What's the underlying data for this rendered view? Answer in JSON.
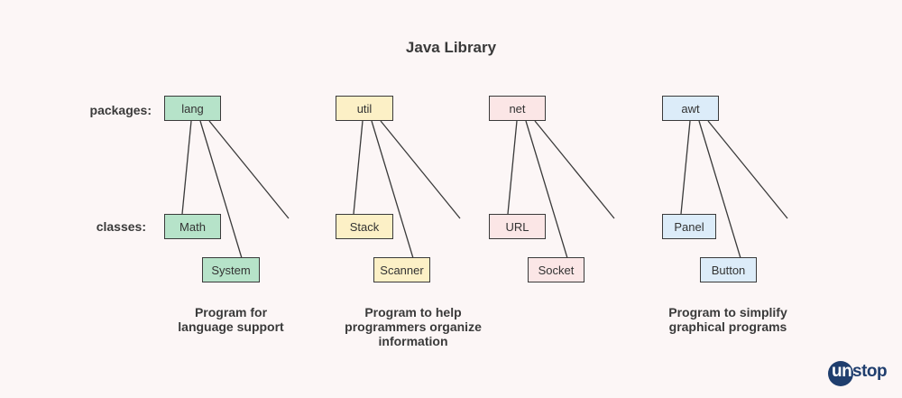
{
  "title": "Java Library",
  "row_labels": {
    "packages": "packages:",
    "classes": "classes:"
  },
  "groups": [
    {
      "package": "lang",
      "classes": [
        "Math",
        "System"
      ],
      "description": [
        "Program for",
        "language support"
      ]
    },
    {
      "package": "util",
      "classes": [
        "Stack",
        "Scanner"
      ],
      "description": [
        "Program to help",
        "programmers organize",
        "information"
      ]
    },
    {
      "package": "net",
      "classes": [
        "URL",
        "Socket"
      ],
      "description": []
    },
    {
      "package": "awt",
      "classes": [
        "Panel",
        "Button"
      ],
      "description": [
        "Program to simplify",
        "graphical programs"
      ]
    }
  ],
  "logo": {
    "part1": "un",
    "part2": "stop"
  },
  "colors": {
    "lang": "#b6e3c9",
    "util": "#fcf0c6",
    "net": "#fbe6e6",
    "awt": "#dcecf9",
    "line": "#3a3a3a",
    "background": "#fcf6f6",
    "logo": "#1f3e6e"
  }
}
